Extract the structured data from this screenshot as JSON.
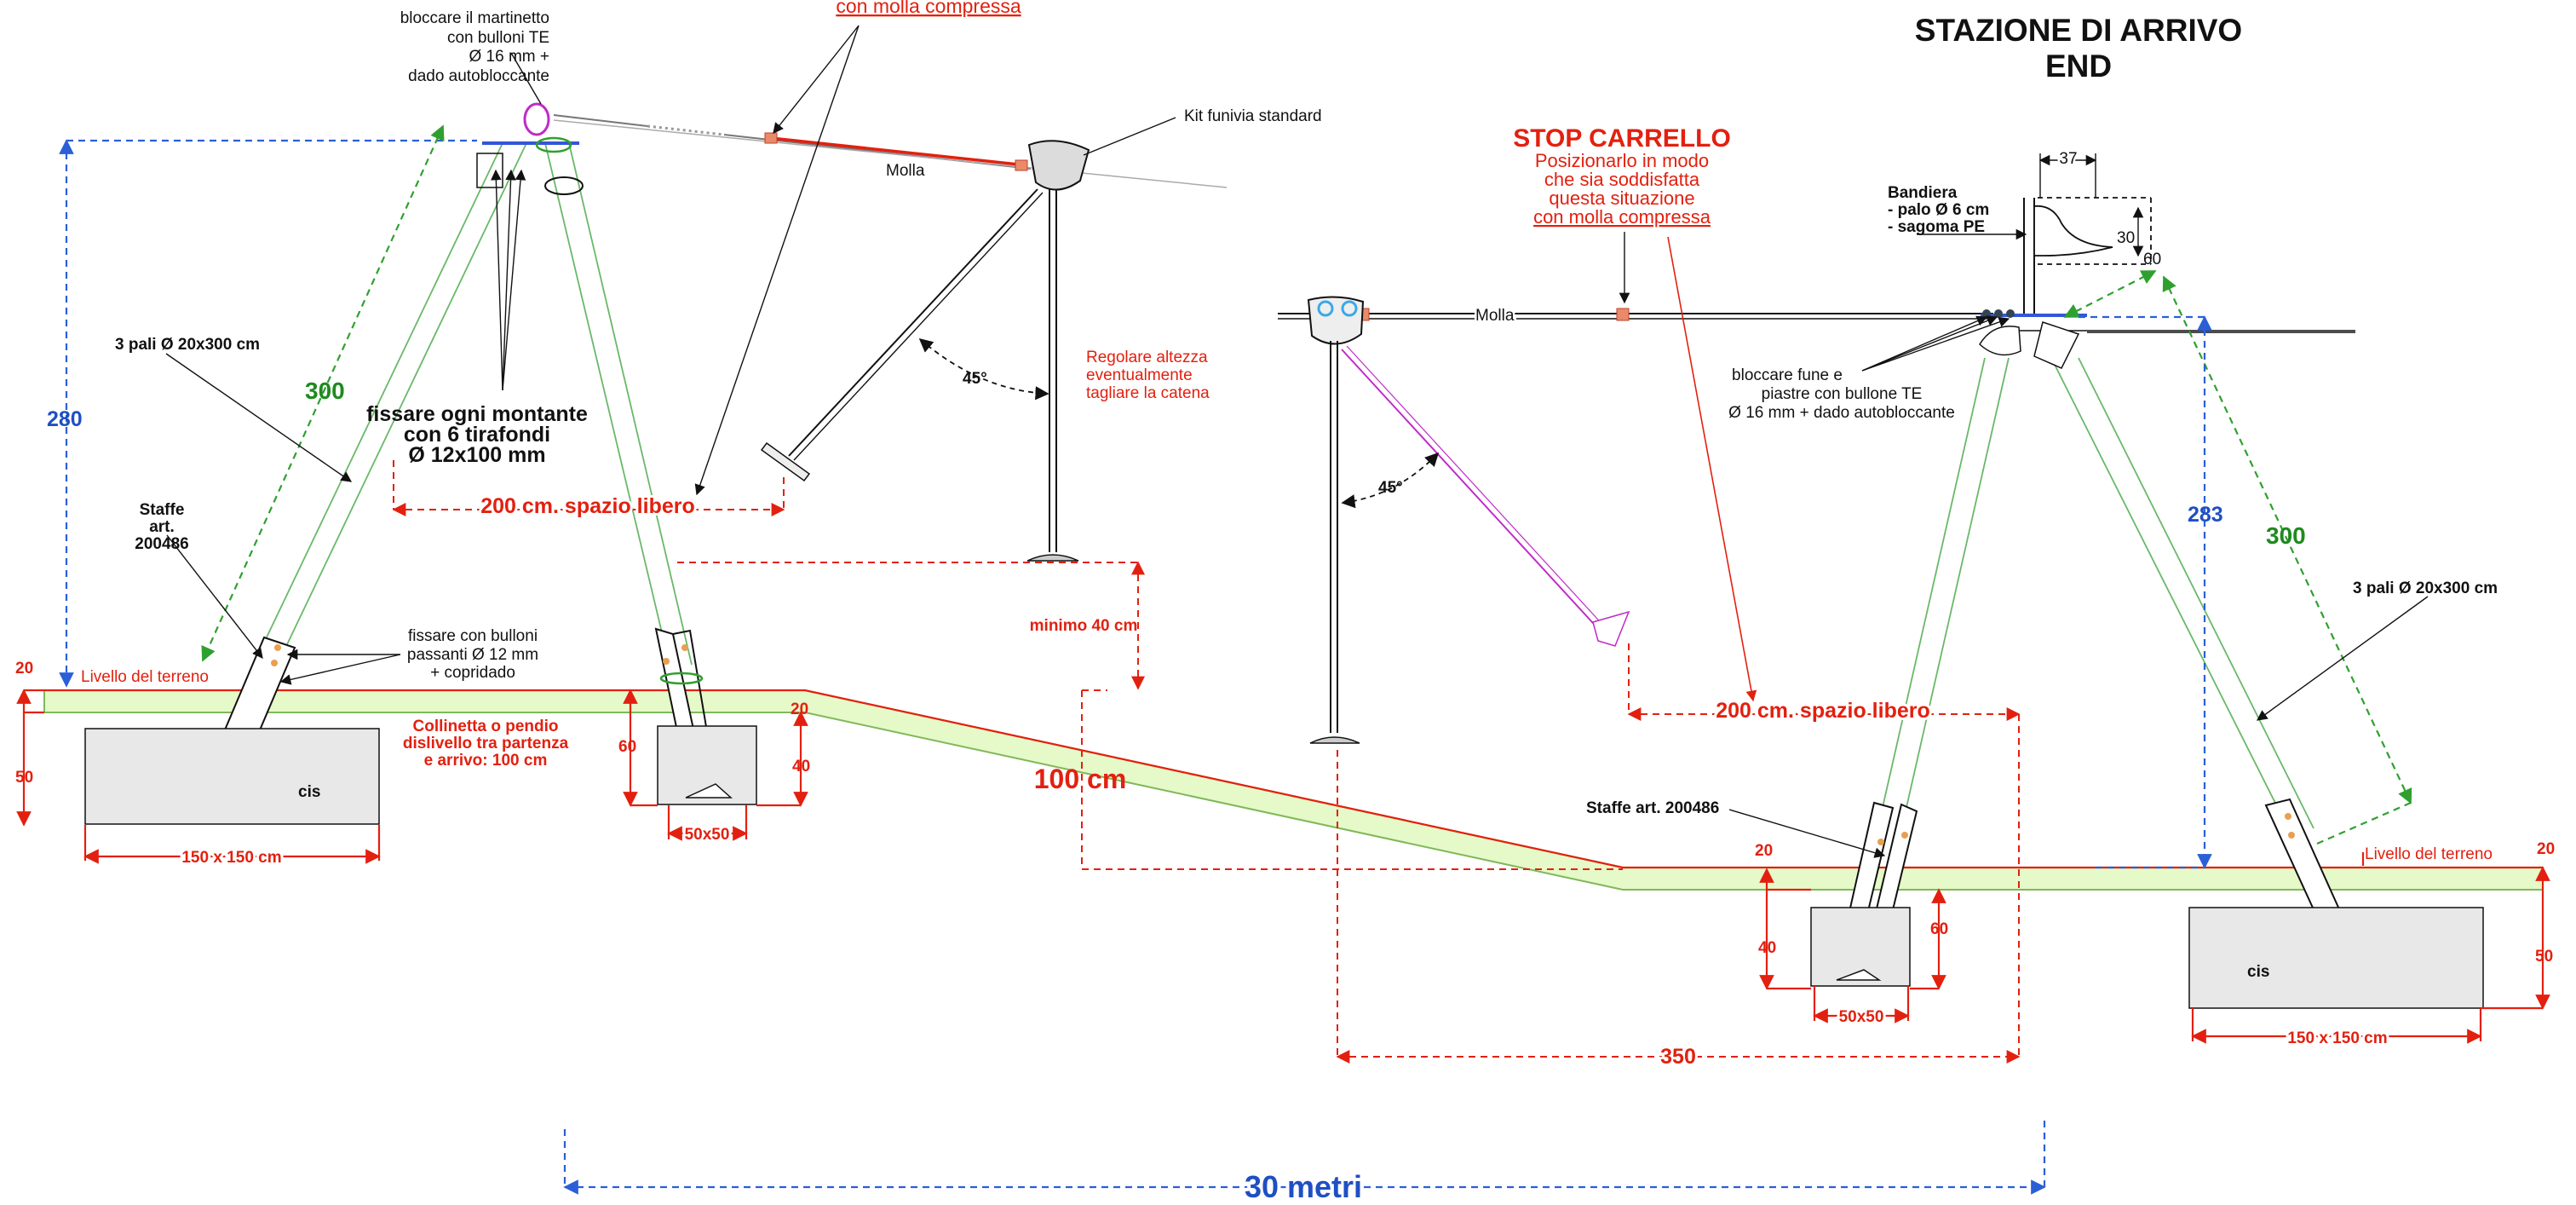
{
  "title": {
    "line1": "STAZIONE DI  ARRIVO",
    "line2": "END"
  },
  "left": {
    "spring_note": "con molla compressa",
    "martinetto": [
      "bloccare il martinetto",
      "con bulloni TE",
      "Ø 16 mm +",
      "dado autobloccante"
    ],
    "kit": "Kit funivia standard",
    "molla": "Molla",
    "poles": "3 pali Ø 20x300 cm",
    "pole_length": "300",
    "height": "280",
    "fissare": [
      "fissare ogni montante",
      "con 6 tirafondi",
      "Ø 12x100 mm"
    ],
    "staffe": [
      "Staffe",
      "art.",
      "200486"
    ],
    "bulloni": [
      "fissare con bulloni",
      "passanti Ø 12 mm",
      "+ copridado"
    ],
    "angle": "45°",
    "regolare": [
      "Regolare altezza",
      "eventualmente",
      "tagliare la catena"
    ],
    "spazio": "200 cm. spazio libero",
    "minimo": "minimo 40 cm",
    "livello": "Livello del terreno",
    "collinetta": [
      "Collinetta o pendio",
      "dislivello tra partenza",
      "e arrivo: 100 cm"
    ],
    "dim_20a": "20",
    "dim_50": "50",
    "dim_20b": "20",
    "dim_60": "60",
    "dim_40": "40",
    "cis": "cis",
    "base_big": "150 x 150 cm",
    "base_small": "50x50"
  },
  "middle": {
    "drop": "100 cm",
    "distance": "30 metri"
  },
  "right": {
    "stop_title": "STOP CARRELLO",
    "stop_lines": [
      "Posizionarlo in modo",
      "che sia soddisfatta",
      "questa situazione",
      "con molla compressa"
    ],
    "molla": "Molla",
    "bandiera": [
      "Bandiera",
      "- palo Ø 6 cm",
      "- sagoma PE"
    ],
    "dim_37": "37",
    "dim_30": "30",
    "dim_60": "60",
    "bloccare": [
      "bloccare fune e",
      "piastre con bullone TE",
      "Ø 16 mm + dado autobloccante"
    ],
    "angle": "45°",
    "height": "283",
    "pole_length": "300",
    "poles": "3 pali Ø 20x300 cm",
    "spazio": "200 cm. spazio libero",
    "staffe": "Staffe art. 200486",
    "livello": "Livello del terreno",
    "dim_20a": "20",
    "dim_20b": "20",
    "dim_40": "40",
    "dim_50": "50",
    "cis": "cis",
    "base_small": "50x50",
    "base_big": "150 x 150 cm",
    "dim_350": "350"
  },
  "colors": {
    "red": "#e3200f",
    "green": "#1f8a1f",
    "blue": "#1f4fc4",
    "ground": "#e6f9c8"
  }
}
